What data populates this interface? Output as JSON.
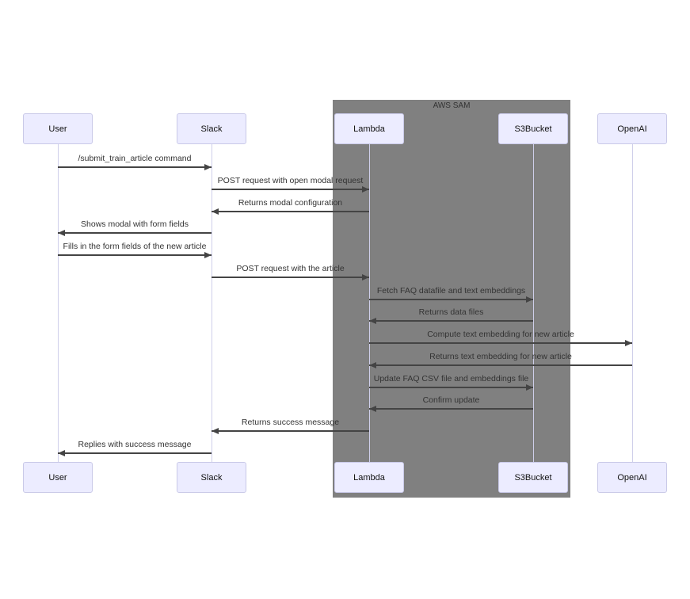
{
  "diagram": {
    "group": {
      "label": "AWS SAM"
    },
    "actors": [
      {
        "id": "User",
        "label": "User"
      },
      {
        "id": "Slack",
        "label": "Slack"
      },
      {
        "id": "Lambda",
        "label": "Lambda"
      },
      {
        "id": "S3Bucket",
        "label": "S3Bucket"
      },
      {
        "id": "OpenAI",
        "label": "OpenAI"
      }
    ],
    "messages": [
      {
        "from": "User",
        "to": "Slack",
        "label": "/submit_train_article command"
      },
      {
        "from": "Slack",
        "to": "Lambda",
        "label": "POST request with open modal request"
      },
      {
        "from": "Lambda",
        "to": "Slack",
        "label": "Returns modal configuration"
      },
      {
        "from": "Slack",
        "to": "User",
        "label": "Shows modal with form fields"
      },
      {
        "from": "User",
        "to": "Slack",
        "label": "Fills in the form fields of the new article"
      },
      {
        "from": "Slack",
        "to": "Lambda",
        "label": "POST request with the article"
      },
      {
        "from": "Lambda",
        "to": "S3Bucket",
        "label": "Fetch FAQ datafile and text embeddings"
      },
      {
        "from": "S3Bucket",
        "to": "Lambda",
        "label": "Returns data files"
      },
      {
        "from": "Lambda",
        "to": "OpenAI",
        "label": "Compute text embedding for new article"
      },
      {
        "from": "OpenAI",
        "to": "Lambda",
        "label": "Returns text embedding for new article"
      },
      {
        "from": "Lambda",
        "to": "S3Bucket",
        "label": "Update FAQ CSV file and embeddings file"
      },
      {
        "from": "S3Bucket",
        "to": "Lambda",
        "label": "Confirm update"
      },
      {
        "from": "Lambda",
        "to": "Slack",
        "label": "Returns success message"
      },
      {
        "from": "Slack",
        "to": "User",
        "label": "Replies with success message"
      }
    ],
    "colors": {
      "actor_fill": "#ececff",
      "actor_border": "#c9c9e8",
      "group_fill": "#808080",
      "line": "#444444",
      "lifeline": "#cfcfea",
      "text": "#333333"
    }
  }
}
